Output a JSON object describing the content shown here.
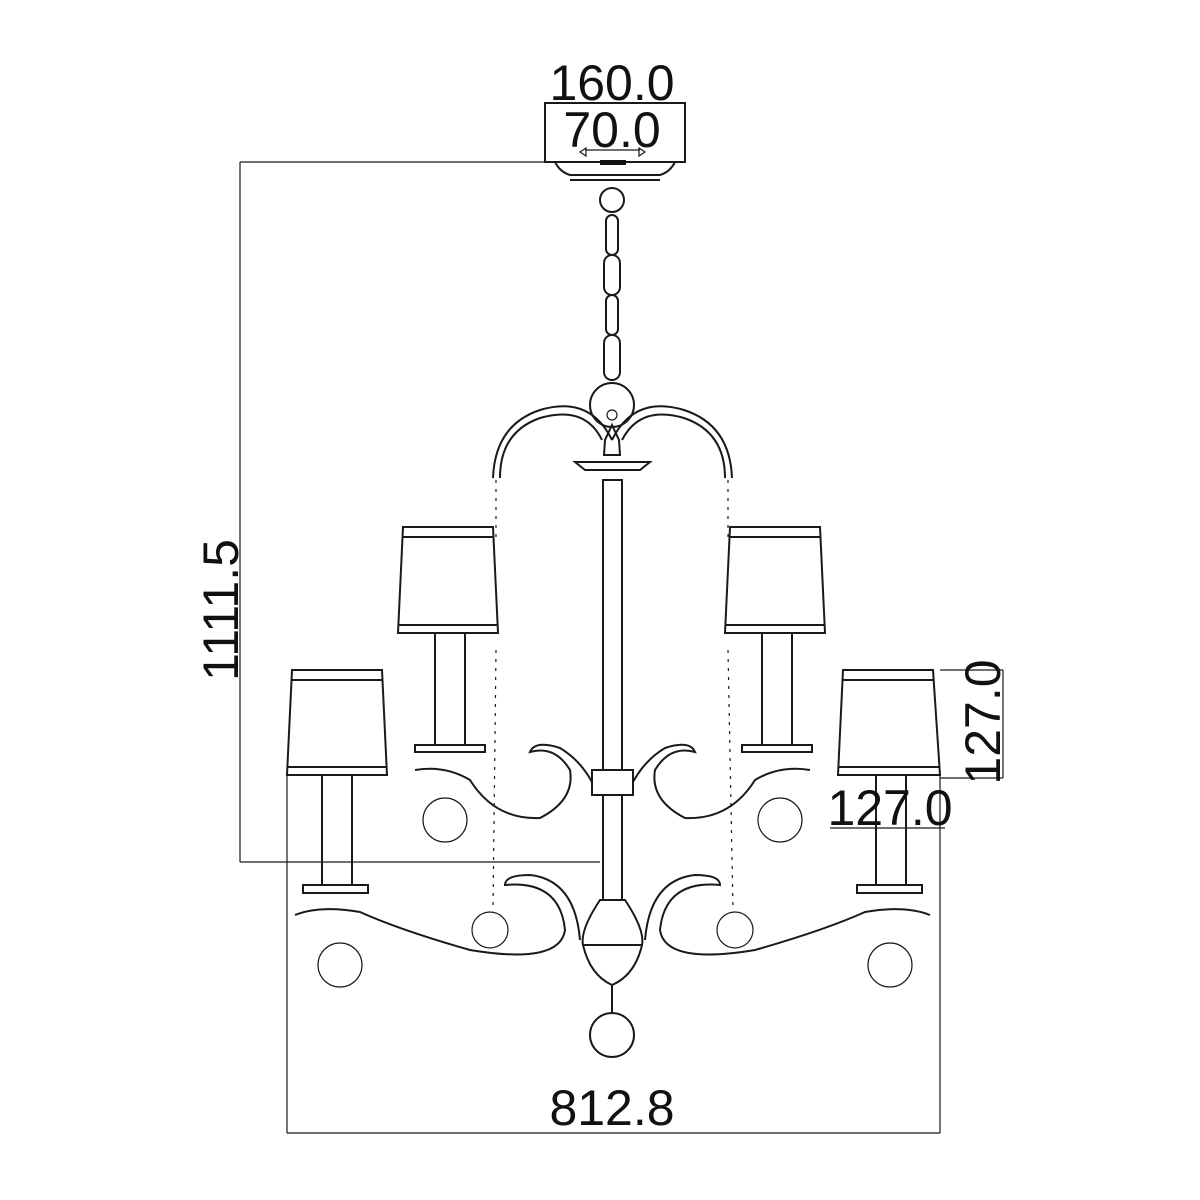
{
  "dimensions": {
    "canopy_width": "160.0",
    "canopy_height": "70.0",
    "overall_height": "1111.5",
    "shade_height": "127.0",
    "shade_width": "127.0",
    "overall_width": "812.8"
  },
  "colors": {
    "line": "#1a1a1a",
    "background": "#ffffff"
  }
}
